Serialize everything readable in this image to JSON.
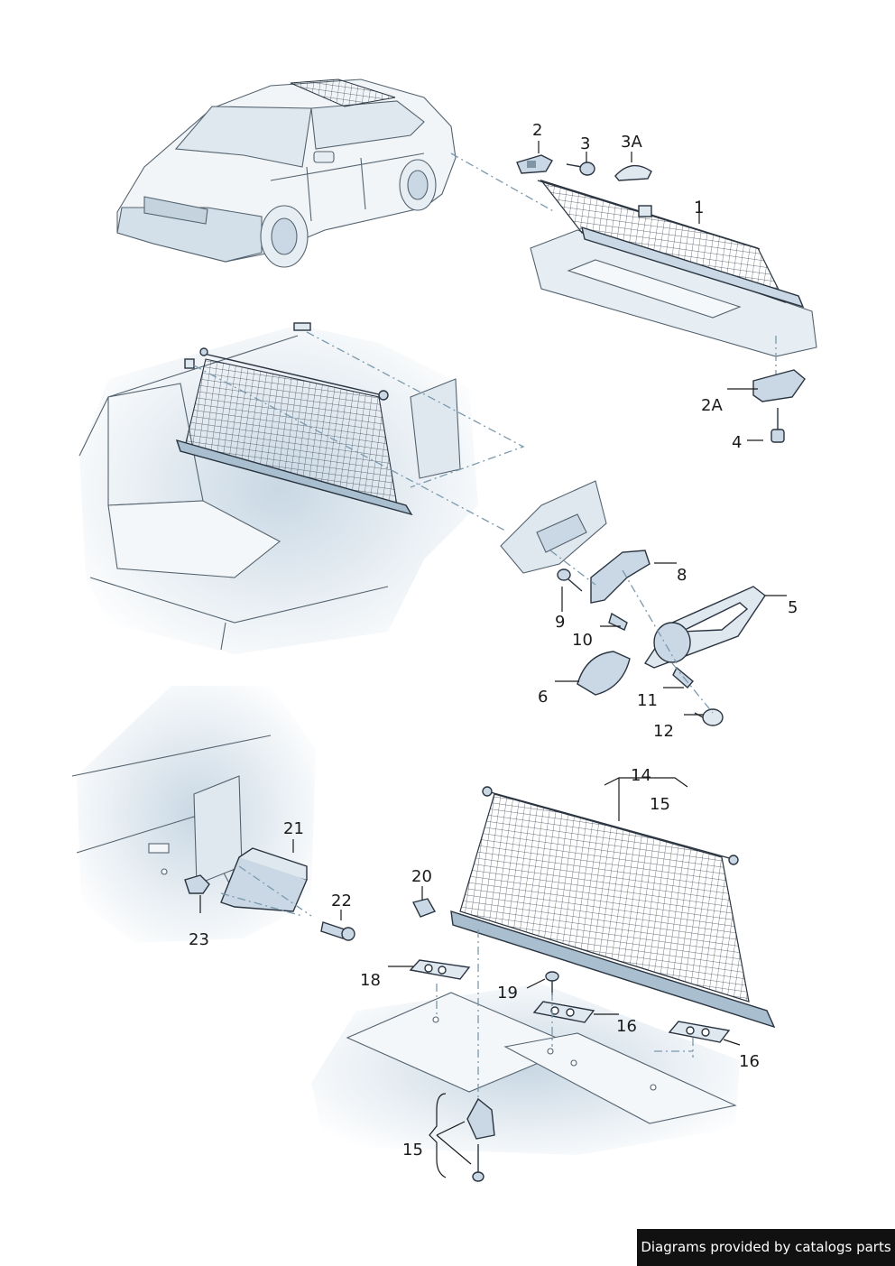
{
  "callouts": {
    "c1": "1",
    "c2": "2",
    "c3": "3",
    "c3a": "3A",
    "c2a": "2A",
    "c4": "4",
    "c5": "5",
    "c6": "6",
    "c8": "8",
    "c9": "9",
    "c10": "10",
    "c11": "11",
    "c12": "12",
    "c14": "14",
    "c15a": "15",
    "c15b": "15",
    "c16a": "16",
    "c16b": "16",
    "c18": "18",
    "c19": "19",
    "c20": "20",
    "c21": "21",
    "c22": "22",
    "c23": "23"
  },
  "footer": {
    "text": "Diagrams provided by catalogs parts"
  },
  "colors": {
    "shade": "#d3e0ea",
    "shade_dark": "#a9bfcf",
    "line": "#2a3440",
    "dash": "#7b99ad",
    "footer_bg": "#111111"
  }
}
